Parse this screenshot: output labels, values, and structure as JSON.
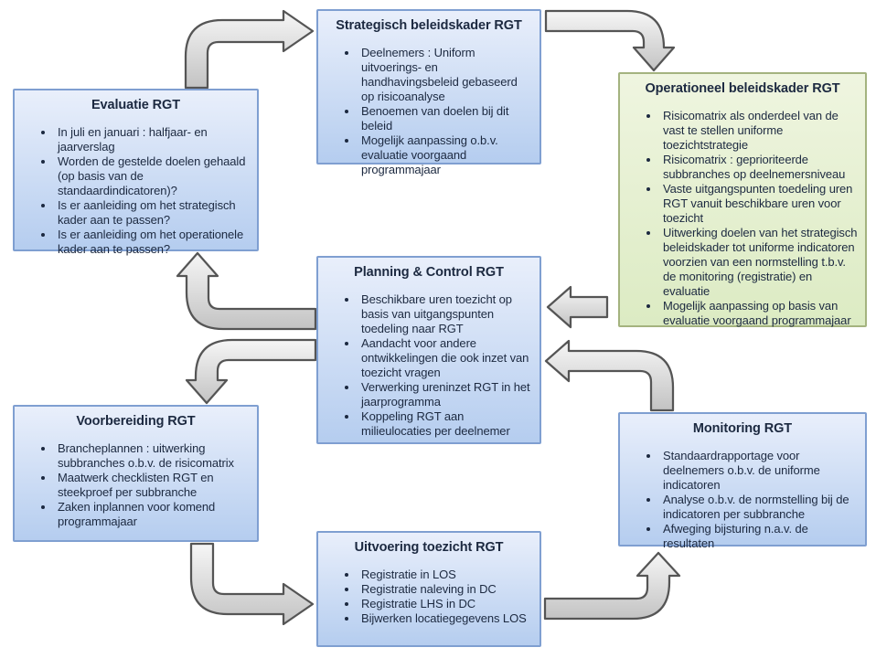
{
  "diagram": {
    "boxes": [
      {
        "id": "evaluatie",
        "title": "Evaluatie RGT",
        "bullets": [
          "In juli en januari : halfjaar- en jaarverslag",
          "Worden de gestelde doelen gehaald (op basis van de standaardindicatoren)?",
          "Is er aanleiding om het strategisch kader aan te passen?",
          "Is er aanleiding om het operationele kader aan te passen?"
        ]
      },
      {
        "id": "strategisch",
        "title": "Strategisch beleidskader RGT",
        "bullets": [
          "Deelnemers : Uniform uitvoerings- en handhavingsbeleid gebaseerd op risicoanalyse",
          "Benoemen van doelen bij dit beleid",
          "Mogelijk aanpassing o.b.v. evaluatie voorgaand programmajaar"
        ]
      },
      {
        "id": "operationeel",
        "title": "Operationeel beleidskader RGT",
        "bullets": [
          "Risicomatrix als onderdeel van de vast te stellen uniforme toezichtstrategie",
          "Risicomatrix : geprioriteerde subbranches op deelnemersniveau",
          "Vaste uitgangspunten toedeling uren RGT vanuit beschikbare uren voor toezicht",
          "Uitwerking doelen van het strategisch beleidskader tot uniforme indicatoren voorzien van een normstelling t.b.v. de monitoring (registratie) en evaluatie",
          "Mogelijk aanpassing op basis van evaluatie voorgaand programmajaar"
        ]
      },
      {
        "id": "planning",
        "title": "Planning & Control RGT",
        "bullets": [
          "Beschikbare uren toezicht op basis van uitgangspunten toedeling naar RGT",
          "Aandacht voor andere ontwikkelingen die ook inzet van toezicht vragen",
          "Verwerking ureninzet RGT in het jaarprogramma",
          "Koppeling RGT aan milieulocaties per deelnemer"
        ]
      },
      {
        "id": "voorbereiding",
        "title": "Voorbereiding RGT",
        "bullets": [
          "Brancheplannen : uitwerking subbranches o.b.v. de risicomatrix",
          "Maatwerk checklisten RGT en steekproef per subbranche",
          "Zaken inplannen voor komend programmajaar"
        ]
      },
      {
        "id": "uitvoering",
        "title": "Uitvoering toezicht RGT",
        "bullets": [
          "Registratie in LOS",
          "Registratie naleving in DC",
          "Registratie LHS in DC",
          "Bijwerken locatiegegevens LOS"
        ]
      },
      {
        "id": "monitoring",
        "title": "Monitoring RGT",
        "bullets": [
          "Standaardrapportage voor deelnemers o.b.v. de uniforme indicatoren",
          "Analyse o.b.v. de normstelling bij de indicatoren per subbranche",
          "Afweging bijsturing n.a.v. de resultaten"
        ]
      }
    ],
    "arrows": [
      {
        "name": "evaluatie-to-strategisch",
        "direction": "up-then-right"
      },
      {
        "name": "strategisch-to-operationeel",
        "direction": "right-then-down"
      },
      {
        "name": "operationeel-to-planning",
        "direction": "left"
      },
      {
        "name": "monitoring-to-planning",
        "direction": "up-then-left"
      },
      {
        "name": "planning-to-evaluatie",
        "direction": "left-then-up"
      },
      {
        "name": "planning-to-voorbereiding",
        "direction": "left-then-down"
      },
      {
        "name": "voorbereiding-to-uitvoering",
        "direction": "down-then-right"
      },
      {
        "name": "uitvoering-to-monitoring",
        "direction": "right-then-up"
      }
    ],
    "colors": {
      "box_blue_fill_top": "#e9effb",
      "box_blue_fill_bottom": "#b5cdef",
      "box_blue_border": "#7f9fd1",
      "box_green_fill_top": "#eff5e0",
      "box_green_fill_bottom": "#dcebc3",
      "box_green_border": "#a4b37f",
      "arrow_fill_light": "#f6f6f6",
      "arrow_fill_dark": "#c3c3c3",
      "arrow_border": "#555555",
      "text": "#1c2940",
      "background": "#ffffff"
    }
  }
}
